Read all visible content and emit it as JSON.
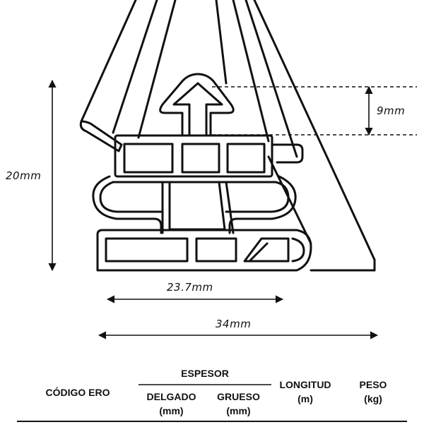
{
  "dimensions": {
    "height_total": "20mm",
    "height_tongue": "9mm",
    "width_inner": "23.7mm",
    "width_total": "34mm"
  },
  "table": {
    "col_code": "CÓDIGO ERO",
    "group_thickness": "ESPESOR",
    "col_thin": {
      "label": "DELGADO",
      "unit": "(mm)"
    },
    "col_thick": {
      "label": "GRUESO",
      "unit": "(mm)"
    },
    "col_length": {
      "label": "LONGITUD",
      "unit": "(m)"
    },
    "col_weight": {
      "label": "PESO",
      "unit": "(kg)"
    }
  },
  "colors": {
    "stroke": "#111111",
    "background": "#ffffff"
  }
}
